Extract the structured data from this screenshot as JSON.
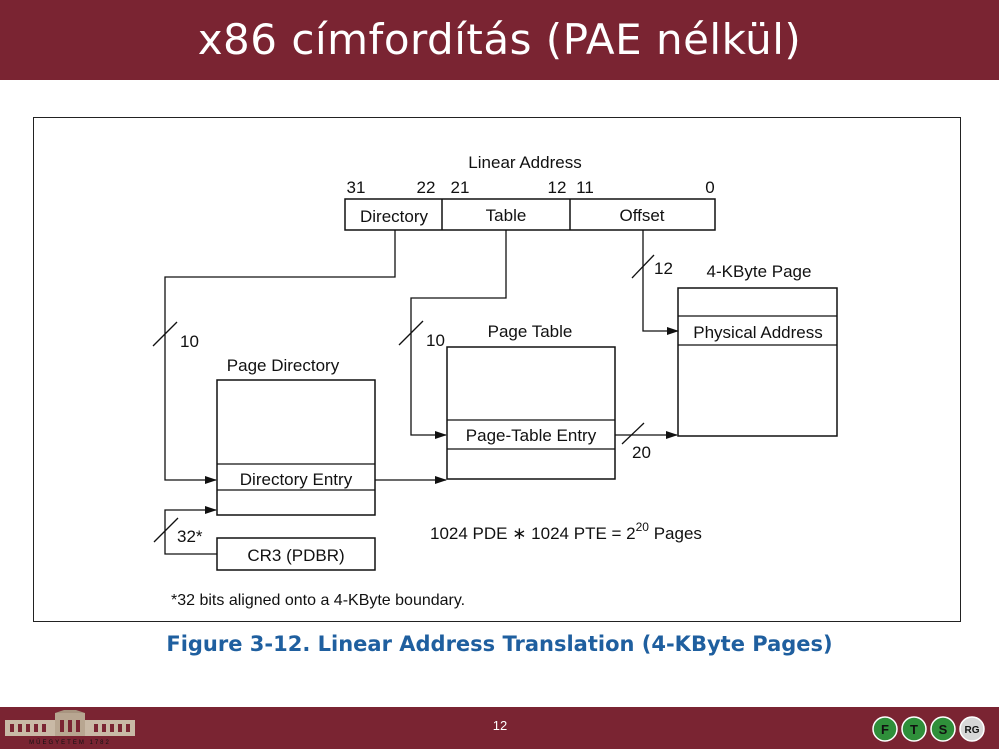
{
  "slide": {
    "title": "x86 címfordítás (PAE nélkül)",
    "caption": "Figure 3-12.  Linear Address Translation (4-KByte Pages)",
    "page_number": "12",
    "footer_logo_text": "MŰEGYETEM 1782",
    "footer_icons": [
      "F",
      "T",
      "S",
      "RG"
    ]
  },
  "diagram": {
    "linear_address_label": "Linear Address",
    "bits": {
      "b31": "31",
      "b22": "22",
      "b21": "21",
      "b12": "12",
      "b11": "11",
      "b0": "0"
    },
    "fields": {
      "directory": "Directory",
      "table": "Table",
      "offset": "Offset"
    },
    "widths": {
      "dir": "10",
      "table": "10",
      "offset": "12",
      "pte_to_page": "20",
      "cr3": "32*"
    },
    "page_directory_title": "Page Directory",
    "directory_entry": "Directory Entry",
    "page_table_title": "Page Table",
    "page_table_entry": "Page-Table Entry",
    "page_title": "4-KByte Page",
    "physical_address": "Physical Address",
    "cr3": "CR3 (PDBR)",
    "formula_text": "1024 PDE ∗ 1024 PTE = 2",
    "formula_exp": "20",
    "formula_tail": " Pages",
    "footnote": "*32 bits aligned onto a 4-KByte boundary."
  }
}
